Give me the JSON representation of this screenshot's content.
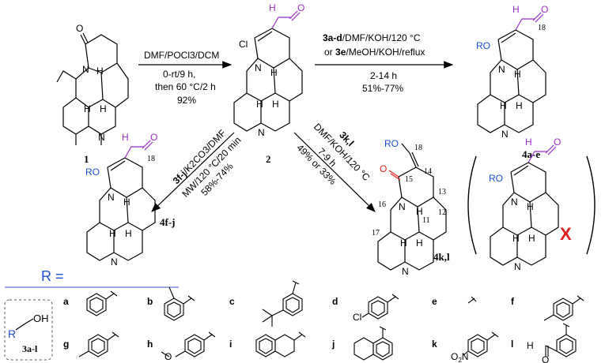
{
  "colors": {
    "ink": "#000000",
    "aldehyde": "#9a2fc4",
    "alkoxy": "#1f4fd6",
    "carbonyl_o": "#e02020",
    "cross": "#e02020",
    "divider": "#3f51b5"
  },
  "compounds": {
    "c1": "1",
    "c2": "2",
    "c4ae": "4a-e",
    "c4fj": "4f-j",
    "c4kl": "4k,l"
  },
  "atoms": {
    "O": "O",
    "N": "N",
    "H": "H",
    "Cl": "Cl",
    "RO": "RO",
    "X": "X",
    "OH": "OH",
    "R": "R",
    "NO2_N": "O",
    "NO2_sub": "2",
    "NO2_tail": "N"
  },
  "numbers": {
    "n18": "18",
    "n15": "15",
    "n14": "14",
    "n13": "13",
    "n12": "12",
    "n16": "16",
    "n17": "17",
    "n11": "11"
  },
  "conditions": {
    "step1": [
      "DMF/POCl3/DCM",
      "0-rt/9 h,",
      "then 60 °C/2 h",
      "92%"
    ],
    "step2a_reagent": "3a-d",
    "step2a_rest": "/DMF/KOH/120 °C",
    "step2b_prefix": "or ",
    "step2b_reagent": "3e",
    "step2b_rest": "/MeOH/KOH/reflux",
    "step2_time": "2-14 h",
    "step2_yield": "51%-77%",
    "step3_reagent": "3f-j",
    "step3_rest": "/K2CO3/DMF",
    "step3_line2": "MW/120 °C/20 min",
    "step3_yield": "58%-74%",
    "step4_reagent": "3k,l",
    "step4_line2": "DMF/KOH/120 °C",
    "step4_time": "7-9 h",
    "step4_yield": "49% or 33%"
  },
  "legend": {
    "r_equals": "R =",
    "alcohol_label": "3a-l",
    "letters": [
      "a",
      "b",
      "c",
      "d",
      "e",
      "f",
      "g",
      "h",
      "i",
      "j",
      "k",
      "l"
    ]
  }
}
